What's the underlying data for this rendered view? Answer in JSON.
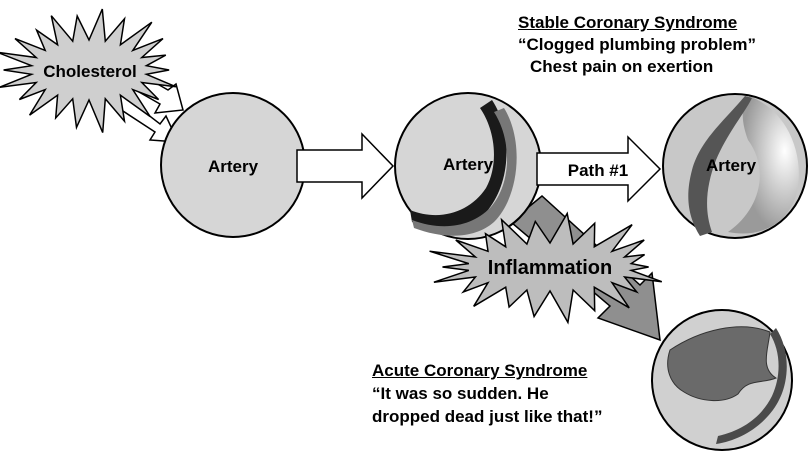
{
  "labels": {
    "cholesterol": "Cholesterol",
    "artery_healthy": "Artery",
    "artery_plaque": "Artery",
    "artery_stable": "Artery",
    "path1": "Path #1",
    "inflammation": "Inflammation"
  },
  "stable": {
    "title": "Stable Coronary Syndrome",
    "line1": "“Clogged plumbing problem”",
    "line2": "Chest pain on exertion"
  },
  "acute": {
    "title": "Acute Coronary Syndrome",
    "line1": "“It was so sudden.  He",
    "line2": "dropped dead just like that!”"
  }
}
